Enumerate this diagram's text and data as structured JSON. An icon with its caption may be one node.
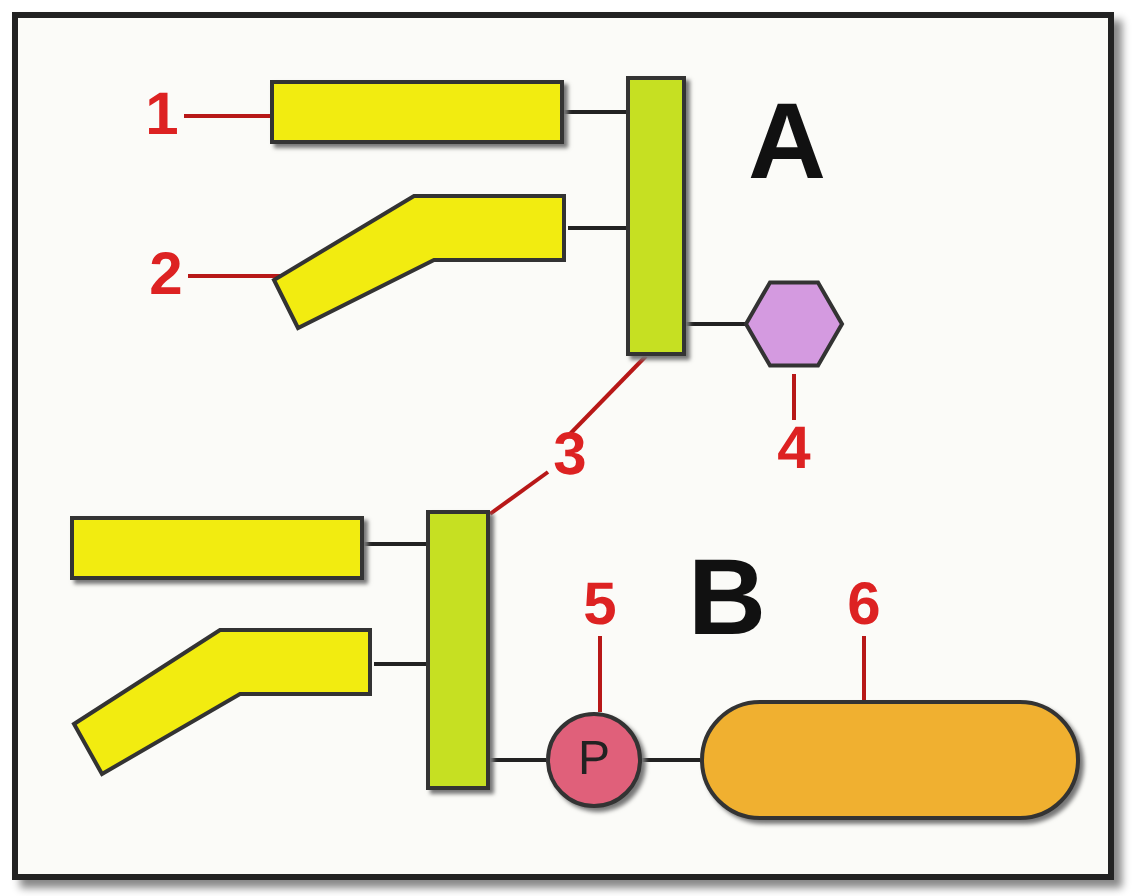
{
  "diagram": {
    "nodes": [
      {
        "text": [
          "1"
        ]
      },
      {
        "text": [],
        "shape": "bar"
      },
      {
        "text": [
          "2"
        ]
      },
      {
        "text": [],
        "shape": "bar"
      },
      {
        "text": [],
        "shape": "bar"
      },
      {
        "text": [
          "3"
        ]
      },
      {
        "text": [],
        "shape": "bar"
      },
      {
        "text": [],
        "shape": "hexagon"
      },
      {
        "text": [
          "4"
        ]
      },
      {
        "text": [
          "5"
        ]
      },
      {
        "text": [
          "P"
        ]
      },
      {
        "text": [
          "6"
        ]
      },
      {
        "text": [],
        "shape": "bar"
      },
      {
        "text": [],
        "shape": "bar"
      },
      {
        "text": [],
        "shape": "bar"
      }
    ],
    "edges": [
      {
        "from": 0,
        "to": 1,
        "arrow": "none"
      },
      {
        "from": 2,
        "to": 3,
        "arrow": "none"
      },
      {
        "from": 1,
        "to": 4,
        "arrow": "none",
        "color": "#222222"
      },
      {
        "from": 3,
        "to": 4,
        "arrow": "none",
        "color": "#222222"
      },
      {
        "from": 4,
        "to": 7,
        "arrow": "none",
        "color": "#222222"
      },
      {
        "from": 5,
        "to": 4,
        "arrow": "none"
      },
      {
        "from": 5,
        "to": 6,
        "arrow": "none"
      },
      {
        "from": 8,
        "to": 7,
        "arrow": "none"
      },
      {
        "from": 13,
        "to": 6,
        "arrow": "none",
        "color": "#222222"
      },
      {
        "from": 14,
        "to": 6,
        "arrow": "none",
        "color": "#222222"
      },
      {
        "from": 6,
        "to": 10,
        "arrow": "none",
        "color": "#222222"
      },
      {
        "from": 9,
        "to": 10,
        "arrow": "none"
      },
      {
        "from": 10,
        "to": 12,
        "arrow": "none",
        "color": "#222222"
      },
      {
        "from": 11,
        "to": 12,
        "arrow": "none"
      }
    ],
    "labels": [
      "A",
      "B"
    ]
  }
}
